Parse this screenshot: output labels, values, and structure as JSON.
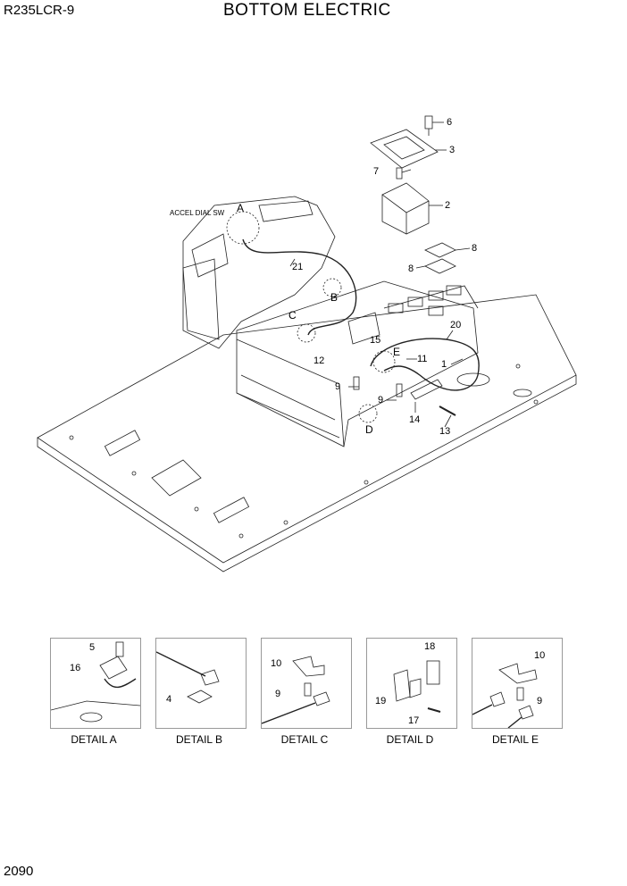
{
  "header": {
    "model": "R235LCR-9",
    "title": "BOTTOM ELECTRIC"
  },
  "footer": {
    "page_number": "2090"
  },
  "main_callouts": {
    "c6": "6",
    "c3": "3",
    "c7": "7",
    "c2": "2",
    "c8a": "8",
    "c8b": "8",
    "cA": "A",
    "accel": "ACCEL DIAL SW",
    "c21": "21",
    "cB": "B",
    "cC": "C",
    "c12": "12",
    "c15": "15",
    "cE": "E",
    "c20": "20",
    "c11": "11",
    "c1": "1",
    "c9a": "9",
    "c9b": "9",
    "c14": "14",
    "c13": "13",
    "cD": "D"
  },
  "details": [
    {
      "caption": "DETAIL A",
      "labels": [
        "5",
        "16"
      ]
    },
    {
      "caption": "DETAIL B",
      "labels": [
        "4"
      ]
    },
    {
      "caption": "DETAIL C",
      "labels": [
        "10",
        "9"
      ]
    },
    {
      "caption": "DETAIL D",
      "labels": [
        "18",
        "19",
        "17"
      ]
    },
    {
      "caption": "DETAIL E",
      "labels": [
        "10",
        "9"
      ]
    }
  ]
}
